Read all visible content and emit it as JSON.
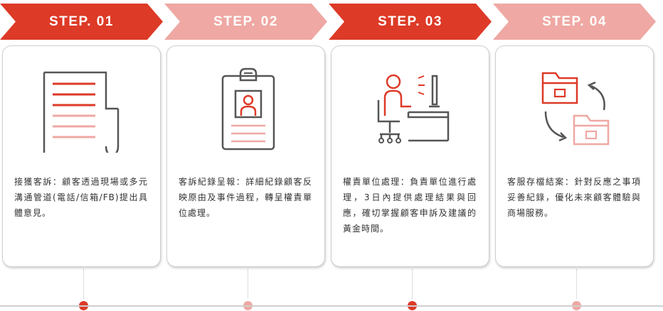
{
  "colors": {
    "primary": "#dd3a27",
    "light": "#efa8a3",
    "timeline": "#cfcfcf"
  },
  "steps": [
    {
      "label": "STEP. 01",
      "icon": "document-icon",
      "text": "接獲客訴：顧客透過現場或多元溝通管道(電話/信箱/FB)提出具體意見。"
    },
    {
      "label": "STEP. 02",
      "icon": "id-badge-icon",
      "text": "客訴紀錄呈報：詳細紀錄顧客反映原由及事件過程，轉呈權責單位處理。"
    },
    {
      "label": "STEP. 03",
      "icon": "desk-worker-icon",
      "text": "權責單位處理：負責單位進行處理，3日內提供處理結果與回應，確切掌握顧客申訴及建議的黃金時間。"
    },
    {
      "label": "STEP. 04",
      "icon": "folder-sync-icon",
      "text": "客服存檔結案：針對反應之事項妥善紀錄，優化未來顧客體驗與商場服務。"
    }
  ]
}
